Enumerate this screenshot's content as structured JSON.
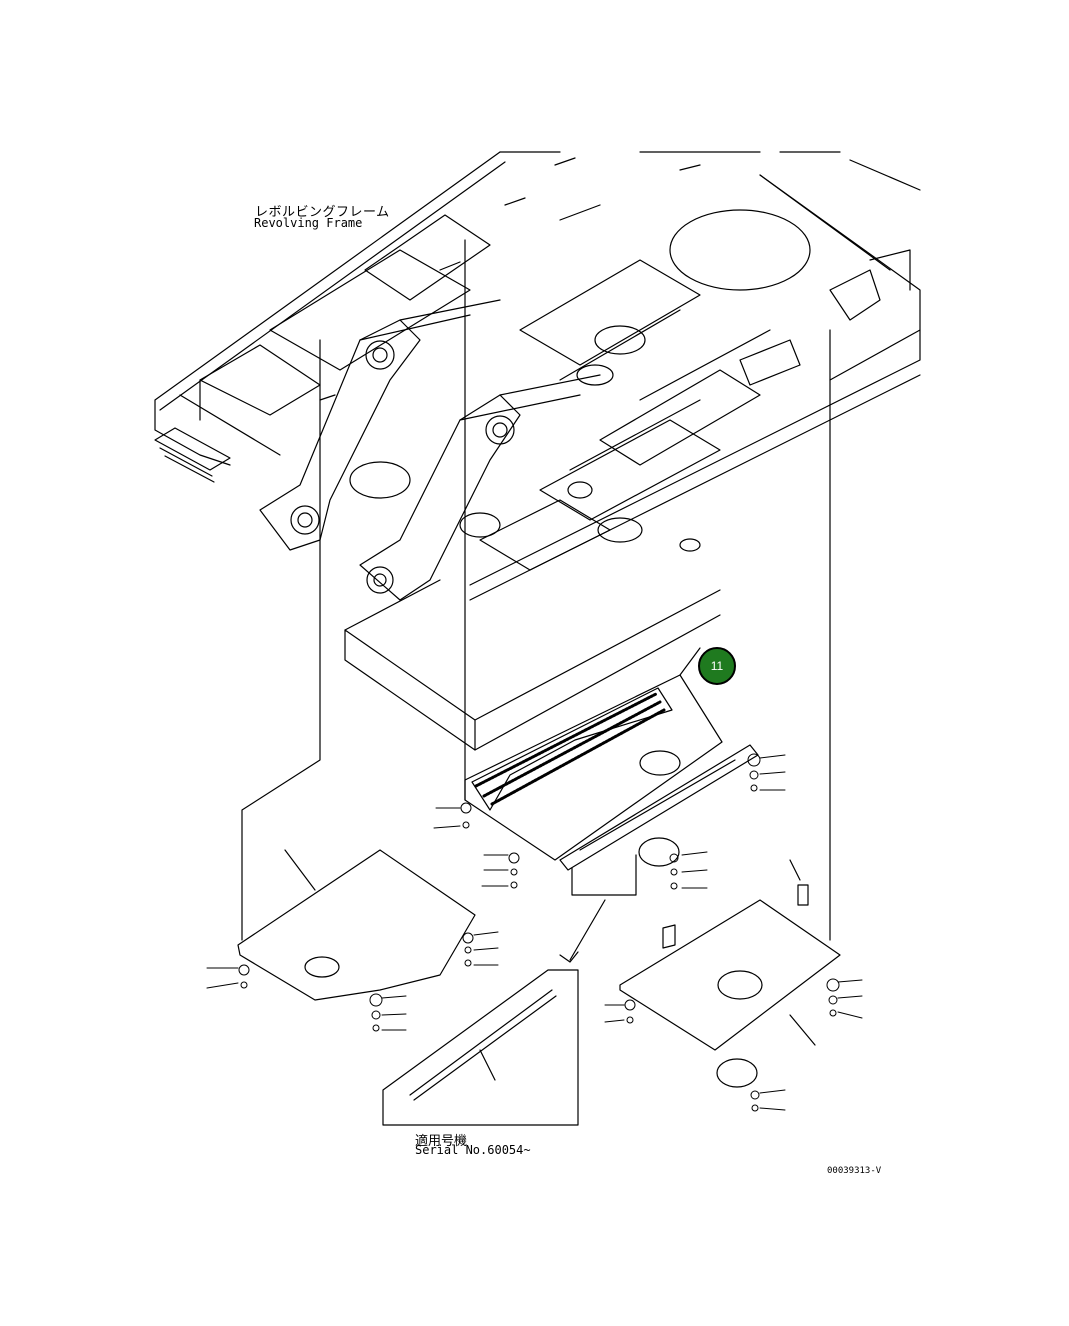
{
  "labels": {
    "frame_jp": "レボルビングフレーム",
    "frame_en": "Revolving Frame",
    "serial_jp": "適用号機",
    "serial_en": "Serial No.60054~",
    "doc_id": "00039313-V"
  },
  "callouts": [
    {
      "number": "11",
      "color": "#1f7a1f"
    }
  ]
}
